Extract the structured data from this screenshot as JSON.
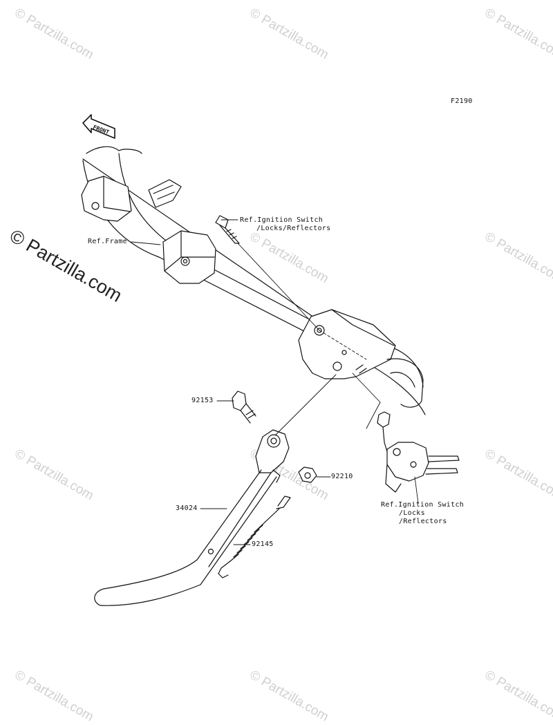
{
  "diagram": {
    "figure_code": "F2190",
    "front_label": "FRONT",
    "callouts": {
      "ref_ignition_top_1": "Ref.Ignition Switch",
      "ref_ignition_top_2": "/Locks/Reflectors",
      "ref_frame": "Ref.Frame",
      "part_92153": "92153",
      "part_92210": "92210",
      "part_34024": "34024",
      "part_92145": "92145",
      "ref_ignition_bottom_1": "Ref.Ignition Switch",
      "ref_ignition_bottom_2": "/Locks",
      "ref_ignition_bottom_3": "/Reflectors"
    }
  },
  "watermarks": {
    "main": "© Partzilla.com",
    "tile": "© Partzilla.com"
  }
}
